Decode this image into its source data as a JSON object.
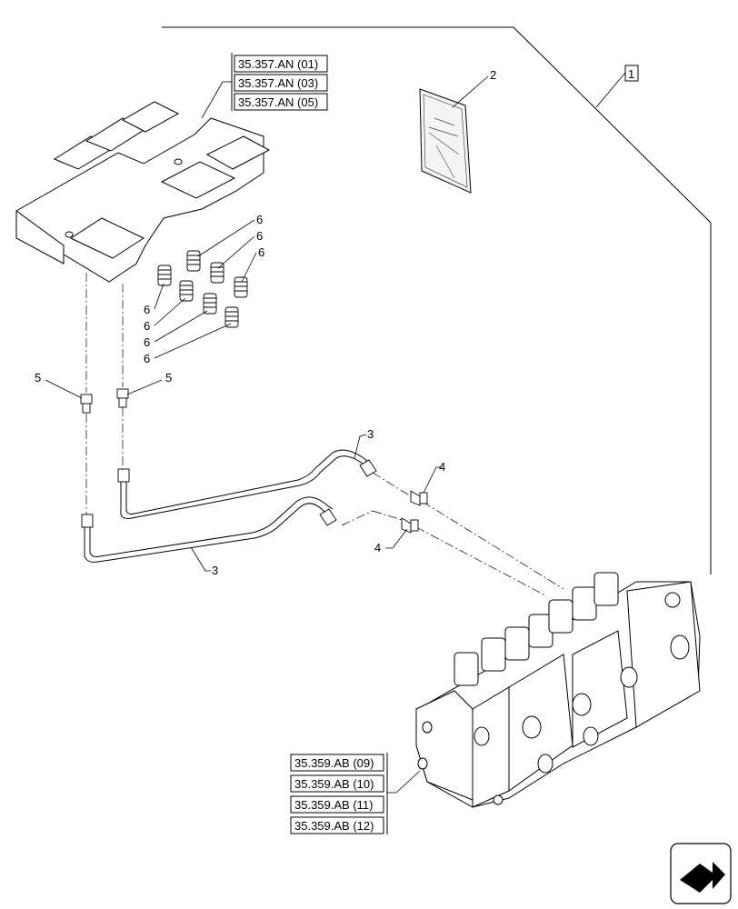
{
  "references": {
    "top_group": [
      "35.357.AN (01)",
      "35.357.AN (03)",
      "35.357.AN (05)"
    ],
    "bottom_group": [
      "35.359.AB (09)",
      "35.359.AB (10)",
      "35.359.AB (11)",
      "35.359.AB (12)"
    ]
  },
  "callouts": {
    "item1": "1",
    "item2": "2",
    "item3": "3",
    "item4": "4",
    "item5": "5",
    "item6": "6"
  },
  "nav": {
    "icon": "next-page-arrow-icon"
  }
}
